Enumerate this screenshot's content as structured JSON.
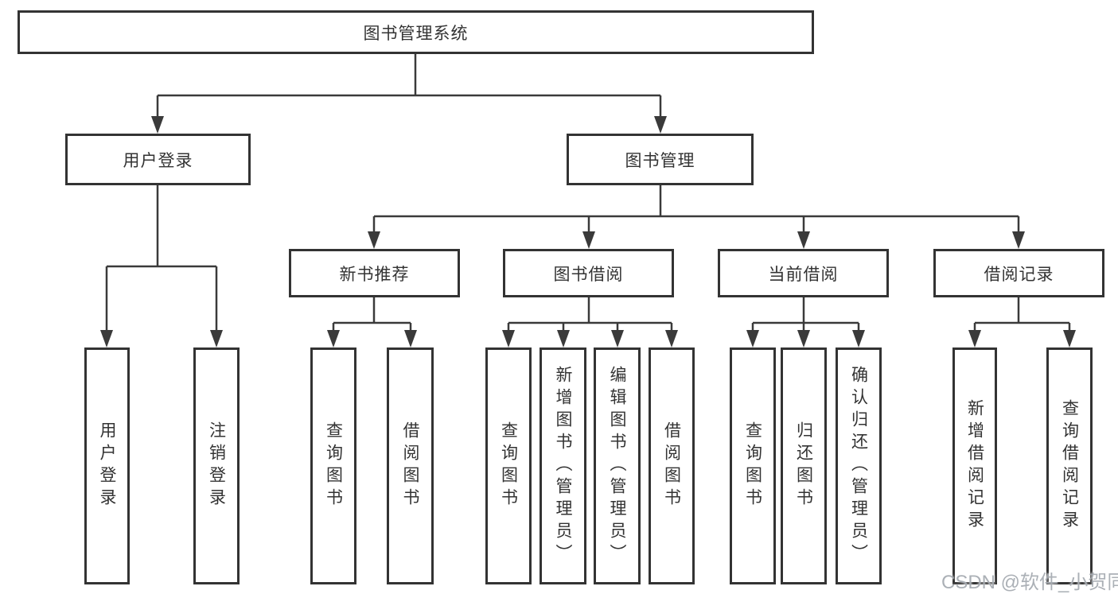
{
  "diagram": {
    "root": {
      "label": "图书管理系统"
    },
    "level2": [
      {
        "label": "用户登录",
        "leaves": [
          {
            "label": "用户登录"
          },
          {
            "label": "注销登录"
          }
        ]
      },
      {
        "label": "图书管理",
        "groups": [
          {
            "label": "新书推荐",
            "leaves": [
              {
                "label": "查询图书"
              },
              {
                "label": "借阅图书"
              }
            ]
          },
          {
            "label": "图书借阅",
            "leaves": [
              {
                "label": "查询图书"
              },
              {
                "label": "新增图书（管理员）"
              },
              {
                "label": "编辑图书（管理员）"
              },
              {
                "label": "借阅图书"
              }
            ]
          },
          {
            "label": "当前借阅",
            "leaves": [
              {
                "label": "查询图书"
              },
              {
                "label": "归还图书"
              },
              {
                "label": "确认归还（管理员）"
              }
            ]
          },
          {
            "label": "借阅记录",
            "leaves": [
              {
                "label": "新增借阅记录"
              },
              {
                "label": "查询借阅记录"
              }
            ]
          }
        ]
      }
    ]
  },
  "watermark": {
    "text": "CSDN @软件_小贺同学"
  },
  "colors": {
    "line": "#3a3a3a",
    "box_border": "#333333",
    "text": "#333333",
    "watermark": "#a4a9b0",
    "background": "#ffffff"
  }
}
